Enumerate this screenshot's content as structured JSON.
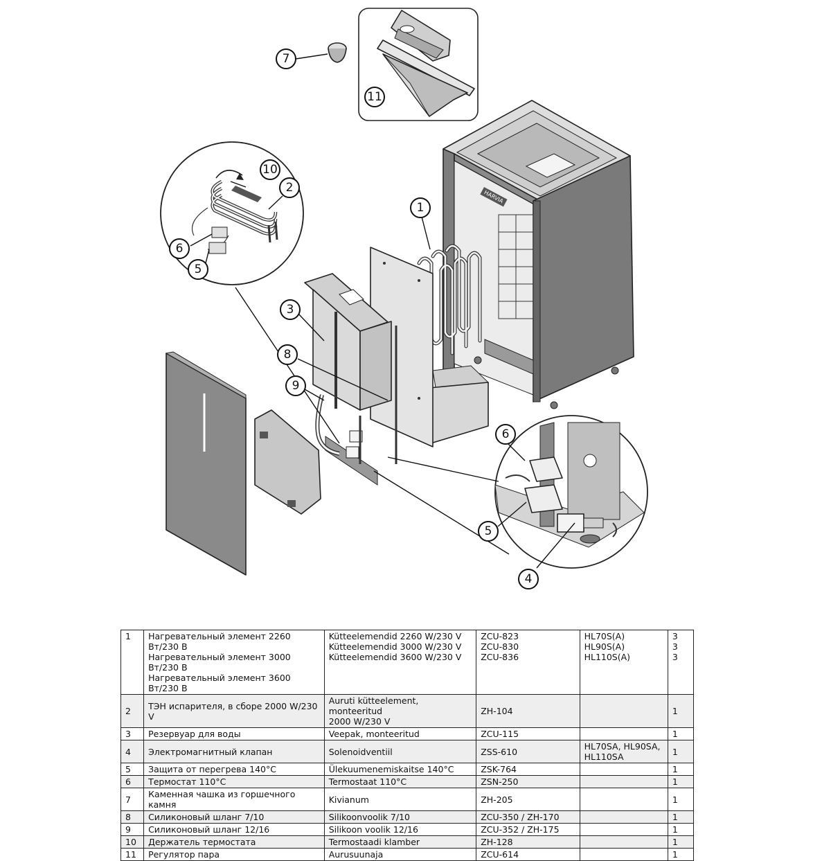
{
  "diagram": {
    "brand": "HARVIA",
    "callouts": [
      "1",
      "2",
      "3",
      "4",
      "5",
      "6",
      "7",
      "8",
      "9",
      "10",
      "11",
      "6",
      "5"
    ]
  },
  "parts": [
    {
      "num": "1",
      "ru": [
        "Нагревательный элемент 2260 Вт/230 В",
        "Нагревательный элемент 3000 Вт/230 В",
        "Нагревательный элемент 3600 Вт/230 В"
      ],
      "et": [
        "Kütteelemendid 2260 W/230 V",
        "Kütteelemendid 3000 W/230 V",
        "Kütteelemendid 3600 W/230 V"
      ],
      "code": [
        "ZCU-823",
        "ZCU-830",
        "ZCU-836"
      ],
      "model": [
        "HL70S(A)",
        "HL90S(A)",
        "HL110S(A)"
      ],
      "qty": [
        "3",
        "3",
        "3"
      ]
    },
    {
      "num": "2",
      "ru": [
        "ТЭН испарителя, в сборе 2000 W/230 V"
      ],
      "et": [
        "Auruti kütteelement, monteeritud",
        "2000 W/230 V"
      ],
      "code": [
        "ZH-104"
      ],
      "model": [
        ""
      ],
      "qty": [
        "1"
      ]
    },
    {
      "num": "3",
      "ru": [
        "Резервуар для воды"
      ],
      "et": [
        "Veepak, monteeritud"
      ],
      "code": [
        "ZCU-115"
      ],
      "model": [
        ""
      ],
      "qty": [
        "1"
      ]
    },
    {
      "num": "4",
      "ru": [
        "Электромагнитный клапан"
      ],
      "et": [
        "Solenoidventiil"
      ],
      "code": [
        "ZSS-610"
      ],
      "model": [
        "HL70SA, HL90SA,",
        "HL110SA"
      ],
      "qty": [
        "1"
      ]
    },
    {
      "num": "5",
      "ru": [
        "Защита от перегрева 140°C"
      ],
      "et": [
        "Ülekuumenemiskaitse 140°C"
      ],
      "code": [
        "ZSK-764"
      ],
      "model": [
        ""
      ],
      "qty": [
        "1"
      ]
    },
    {
      "num": "6",
      "ru": [
        "Термостат 110°C"
      ],
      "et": [
        "Termostaat 110°C"
      ],
      "code": [
        "ZSN-250"
      ],
      "model": [
        ""
      ],
      "qty": [
        "1"
      ]
    },
    {
      "num": "7",
      "ru": [
        "Каменная чашка из горшечного камня"
      ],
      "et": [
        "Kivianum"
      ],
      "code": [
        "ZH-205"
      ],
      "model": [
        ""
      ],
      "qty": [
        "1"
      ]
    },
    {
      "num": "8",
      "ru": [
        "Силиконовый шланг 7/10"
      ],
      "et": [
        "Silikoonvoolik 7/10"
      ],
      "code": [
        "ZCU-350 / ZH-170"
      ],
      "model": [
        ""
      ],
      "qty": [
        "1"
      ]
    },
    {
      "num": "9",
      "ru": [
        "Силиконовый шланг 12/16"
      ],
      "et": [
        "Silikoon voolik 12/16"
      ],
      "code": [
        "ZCU-352 / ZH-175"
      ],
      "model": [
        ""
      ],
      "qty": [
        "1"
      ]
    },
    {
      "num": "10",
      "ru": [
        "Держатель термостата"
      ],
      "et": [
        "Termostaadi klamber"
      ],
      "code": [
        "ZH-128"
      ],
      "model": [
        ""
      ],
      "qty": [
        "1"
      ]
    },
    {
      "num": "11",
      "ru": [
        "Регулятор пара"
      ],
      "et": [
        "Aurusuunaja"
      ],
      "code": [
        "ZCU-614"
      ],
      "model": [
        ""
      ],
      "qty": [
        "1"
      ]
    }
  ]
}
